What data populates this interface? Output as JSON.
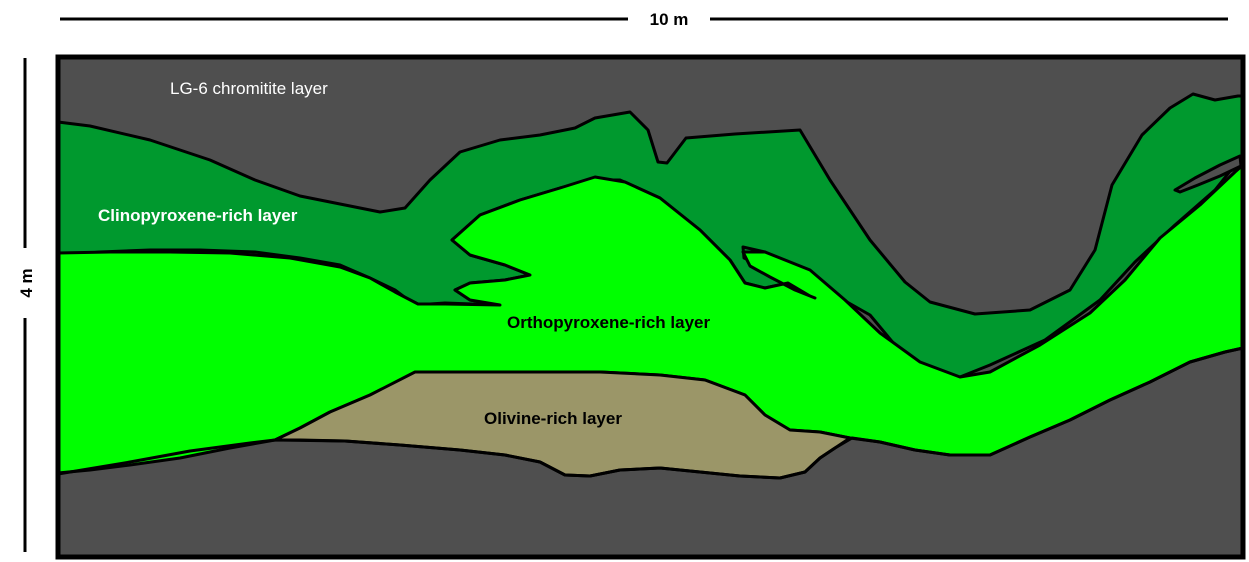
{
  "scale": {
    "width_label": "10 m",
    "height_label": "4 m"
  },
  "layers": {
    "chromitite": {
      "label": "LG-6 chromitite layer",
      "color": "#4f4f4f"
    },
    "clinopyroxene": {
      "label": "Clinopyroxene-rich layer",
      "color": "#00992e"
    },
    "orthopyroxene": {
      "label": "Orthopyroxene-rich layer",
      "color": "#00ff00"
    },
    "olivine": {
      "label": "Olivine-rich layer",
      "color": "#9b9668"
    }
  }
}
